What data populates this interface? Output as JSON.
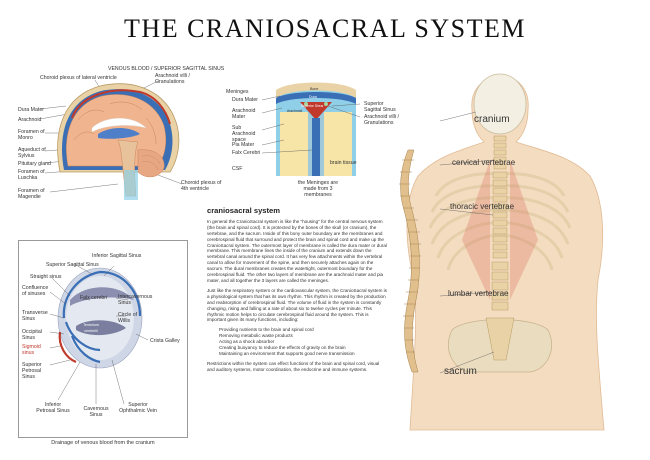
{
  "title": "THE CRANIOSACRAL SYSTEM",
  "brain": {
    "top_label": "VENOUS BLOOD / SUPERIOR SAGITTAL SINUS",
    "labels": {
      "choroid_lateral": "Choroid plexus of lateral ventricle",
      "arachnoid_villi": "Arachnoid villi / Granulations",
      "dura_mater": "Dura Mater",
      "arachnoid": "Arachnoid",
      "foramen_monro": "Foramen of Monro",
      "aqueduct": "Aqueduct of Sylvius",
      "pituitary": "Pituitary gland",
      "foramen_luschka": "Foramen of Luschka",
      "foramen_magendie": "Foramen of Magendie",
      "choroid_4th": "Choroid plexus of 4th ventricle"
    }
  },
  "meninges": {
    "labels": {
      "meninges": "Meninges",
      "dura_mater": "Dura Mater",
      "arachnoid_mater": "Arachnoid Mater",
      "sub_arachnoid": "Sub Arachnoid space",
      "pia_mater": "Pia Mater",
      "falx_cerebri": "Falx Cerebri",
      "csf": "CSF",
      "superior_sinus": "Superior Sagittal Sinus",
      "arachnoid_villi": "Arachnoid villi / Granulations",
      "brain_tissue": "brain tissue",
      "caption": "the Meninges are made from 3 membranes",
      "inner_bone": "Bone",
      "inner_dura": "Dura",
      "inner_sinus": "Superior Sinus",
      "inner_arach": "Arachnoid"
    }
  },
  "sinus": {
    "labels": {
      "inferior_sagittal": "Inferior Sagittal Sinus",
      "superior_sagittal": "Superior Sagittal Sinus",
      "straight": "Straight sinus",
      "confluence": "Confluence of sinuses",
      "falx": "Falx cerebri",
      "transverse": "Transverse Sinus",
      "occipital": "Occipital Sinus",
      "sigmoid": "Sigmoid sinus",
      "superior_petrosal": "Superior Petrosal Sinus",
      "intercavernous": "Intercavernous Sinus",
      "circle_willis": "Circle of Willis",
      "crista": "Crista Galley",
      "inferior_petrosal": "Inferior Petrosal Sinus",
      "cavernous": "Cavernous Sinus",
      "ophthalmic": "Superior Ophthalmic Vein",
      "tentorium": "Tentorium cerebelli",
      "caption": "Drainage of venous blood from the cranium"
    }
  },
  "spine": {
    "labels": {
      "cranium": "cranium",
      "cervical": "cervical vertebrae",
      "thoracic": "thoracic vertebrae",
      "lumbar": "lumbar vertebrae",
      "sacrum": "sacrum"
    }
  },
  "article": {
    "heading": "craniosacral system",
    "p1": "In general the CranioSacral system is like the \"housing\" for the central nervous system (the brain and spinal cord). It is protected by the bones of the skull (or cranium), the vertebrae, and the sacrum. Inside of this bony outer boundary are the membranes and cerebrospinal fluid that surround and protect the brain and spinal cord and make up the CranioSacral system. The outermost layer of membrane is called the dura mater or dural membrane. This membrane lines the inside of the cranium and extends down the vertebral canal around the spinal cord. It has very few attachments within the vertebral canal to allow for movement of the spine, and then securely attaches again on the sacrum. The dural membranes creates the watertight, outermost boundary for the cerebrospinal fluid. The other two layers of membrane are the arachnoid mater and pia mater, and all together the 3 layers are called the meninges.",
    "p2": "Just like the respiratory system or the cardiovascular system, the CranioSacral system is a physiological system that has its own rhythm. This rhythm is created by the production and reabsorption of cerebrospinal fluid. The volume of fluid in the system is constantly changing, rising and falling at a rate of about six to twelve cycles per minute. This rhythmic motion helps to circulate cerebrospinal fluid around the system. This is important given its many functions, including:",
    "list": [
      "Providing nutrients to the brain and spinal cord",
      "Removing metabolic waste products",
      "Acting as a shock absorber",
      "Creating buoyancy to reduce the effects of gravity on the brain",
      "Maintaining an environment that supports good nerve transmission"
    ],
    "p3": "Restrictions within the system can effect functions of the brain and spinal cord, visual and auditory systems, motor coordination, the endocrine and immune systems."
  },
  "colors": {
    "bone": "#e9d3a6",
    "brain": "#f0b58f",
    "dura": "#3b6fb5",
    "blood": "#c0392b",
    "ventricle": "#4f7fc9",
    "csf": "#8fd0e8"
  }
}
